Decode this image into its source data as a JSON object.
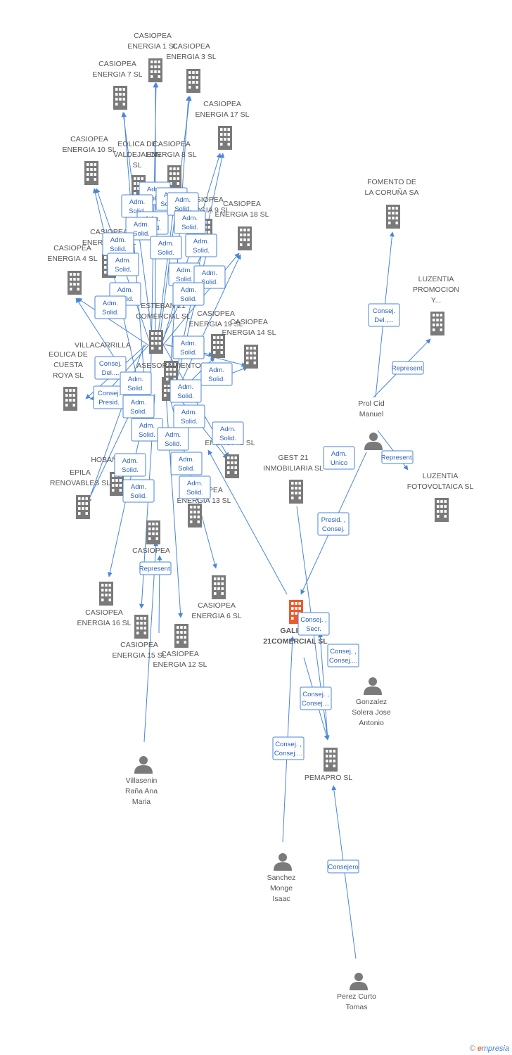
{
  "colors": {
    "edge": "#4a86d8",
    "node": "#7a7a7a",
    "focus": "#f0592b",
    "label": "#555555"
  },
  "nodes": [
    {
      "id": "c1",
      "type": "company",
      "label": [
        "CASIOPEA",
        "ENERGIA 1 SL"
      ]
    },
    {
      "id": "c3",
      "type": "company",
      "label": [
        "CASIOPEA",
        "ENERGIA 3 SL"
      ]
    },
    {
      "id": "c7",
      "type": "company",
      "label": [
        "CASIOPEA",
        "ENERGIA 7 SL"
      ]
    },
    {
      "id": "c17",
      "type": "company",
      "label": [
        "CASIOPEA",
        "ENERGIA 17 SL"
      ]
    },
    {
      "id": "c10",
      "type": "company",
      "label": [
        "CASIOPEA",
        "ENERGIA 10 SL"
      ]
    },
    {
      "id": "eolv",
      "type": "company",
      "label": [
        "EOLICA DE",
        "VALDEJALON",
        "SL"
      ]
    },
    {
      "id": "c8",
      "type": "company",
      "label": [
        "CASIOPEA",
        "ENERGIA 8 SL"
      ]
    },
    {
      "id": "c9",
      "type": "company",
      "label": [
        "CASIOPEA",
        "ENERGIA 9 SL"
      ]
    },
    {
      "id": "c18",
      "type": "company",
      "label": [
        "CASIOPEA",
        "ENERGIA 18 SL"
      ]
    },
    {
      "id": "c4",
      "type": "company",
      "label": [
        "CASIOPEA",
        "ENERGIA 4 SL"
      ]
    },
    {
      "id": "c19",
      "type": "company",
      "label": [
        "CASIOPEA",
        "ENERGIA 19 SL"
      ]
    },
    {
      "id": "c14",
      "type": "company",
      "label": [
        "CASIOPEA",
        "ENERGIA 14 SL"
      ]
    },
    {
      "id": "eolc",
      "type": "company",
      "label": [
        "EOLICA DE",
        "CUESTA",
        "ROYA  SL"
      ]
    },
    {
      "id": "villa",
      "type": "company",
      "label": [
        "VILLACARRILLA"
      ]
    },
    {
      "id": "epila",
      "type": "company",
      "label": [
        "EPILA",
        "RENOVABLES SL"
      ]
    },
    {
      "id": "c2",
      "type": "company",
      "label": [
        "ENERGIA 2 SL"
      ]
    },
    {
      "id": "c16",
      "type": "company",
      "label": [
        "CASIOPEA",
        "ENERGIA 16 SL"
      ]
    },
    {
      "id": "c15",
      "type": "company",
      "label": [
        "CASIOPEA",
        "ENERGIA 15 SL"
      ]
    },
    {
      "id": "c12",
      "type": "company",
      "label": [
        "CASIOPEA",
        "ENERGIA 12 SL"
      ]
    },
    {
      "id": "c6",
      "type": "company",
      "label": [
        "CASIOPEA",
        "ENERGIA 6 SL"
      ]
    },
    {
      "id": "c5",
      "type": "company",
      "label": [
        "CASIOPEA"
      ]
    },
    {
      "id": "fom",
      "type": "company",
      "label": [
        "FOMENTO DE",
        "LA CORUÑA SA"
      ]
    },
    {
      "id": "lprom",
      "type": "company",
      "label": [
        "LUZENTIA",
        "PROMOCION",
        "Y..."
      ]
    },
    {
      "id": "lfoto",
      "type": "company",
      "label": [
        "LUZENTIA",
        "FOTOVOLTAICA SL"
      ]
    },
    {
      "id": "gest",
      "type": "company",
      "label": [
        "GEST 21",
        "INMOBILIARIA SL"
      ]
    },
    {
      "id": "gal",
      "type": "focus",
      "label": [
        "GALICIA",
        "21COMERCIAL SL"
      ]
    },
    {
      "id": "pem",
      "type": "company",
      "label": [
        "PEMAPRO SL"
      ]
    },
    {
      "id": "prol",
      "type": "person",
      "label": [
        "Prol Cid",
        "Manuel"
      ]
    },
    {
      "id": "gonz",
      "type": "person",
      "label": [
        "Gonzalez",
        "Solera Jose",
        "Antonio"
      ]
    },
    {
      "id": "vill",
      "type": "person",
      "label": [
        "Villasenin",
        "Raña Ana",
        "Maria"
      ]
    },
    {
      "id": "sanc",
      "type": "person",
      "label": [
        "Sanchez",
        "Monge",
        "Isaac"
      ]
    },
    {
      "id": "pere",
      "type": "person",
      "label": [
        "Perez Curto",
        "Tomas"
      ]
    },
    {
      "id": "hub1",
      "type": "company",
      "label": [
        "CASIOPEA",
        "ENERGIA 11 SL"
      ]
    },
    {
      "id": "hub2",
      "type": "company",
      "label": [
        "ASESORAMIENTO"
      ]
    },
    {
      "id": "hub3",
      "type": "company",
      "label": [
        "HOBAÑ"
      ]
    },
    {
      "id": "hub4",
      "type": "company",
      "label": [
        "CASIOPEA",
        "ENERGIA 13 SL"
      ]
    },
    {
      "id": "hub5",
      "type": "company",
      "label": [
        "ESTEBAN 21",
        "COMERCIAL SL"
      ]
    }
  ],
  "edge_labels": [
    [
      "Adm.",
      "Solid."
    ],
    [
      "Adm.",
      "Solid,..."
    ],
    [
      "Adm.",
      "Solid."
    ],
    [
      "Adm.",
      "Solid."
    ],
    [
      "Adm.",
      "Solid."
    ],
    [
      "Adm.",
      "Solid."
    ],
    [
      "Adm.",
      "Solid."
    ],
    [
      "Adm.",
      "Solid."
    ],
    [
      "Adm.",
      "Solid."
    ],
    [
      "Adm.",
      "Solid."
    ],
    [
      "Adm.",
      "Solid."
    ],
    [
      "Adm.",
      "Solid."
    ],
    [
      "Adm.",
      "Solid."
    ],
    [
      "Adm.",
      "Solid."
    ],
    [
      "Adm.",
      "Solid."
    ],
    [
      "Adm.",
      "Solid."
    ],
    [
      "Consej.",
      "Del...."
    ],
    [
      "Consej.",
      "Presid."
    ],
    [
      "Adm.",
      "Solid."
    ],
    [
      "Adm.",
      "Solid."
    ],
    [
      "Adm.",
      "Solid."
    ],
    [
      "Adm.",
      "Solid."
    ],
    [
      "Adm.",
      "Solid."
    ],
    [
      "Adm.",
      "Solid."
    ],
    [
      "Adm.",
      "Solid."
    ],
    [
      "Adm.",
      "Solid."
    ],
    [
      "Adm.",
      "Solid."
    ],
    [
      "Adm.",
      "Solid."
    ],
    [
      "Adm.",
      "Solid."
    ],
    [
      "Adm.",
      "Solid."
    ],
    [
      "Adm.",
      "Solid."
    ],
    [
      "Represent."
    ],
    [
      "Consej.",
      "Del.,..."
    ],
    [
      "Represent."
    ],
    [
      "Adm.",
      "Unico"
    ],
    [
      "Represent."
    ],
    [
      "Presid. ,",
      "Consej."
    ],
    [
      "Consej. ,",
      "Secr."
    ],
    [
      "Consej. ,",
      "Consej...."
    ],
    [
      "Consej. ,",
      "Consej...."
    ],
    [
      "Consej. ,",
      "Consej...."
    ],
    [
      "Consejero"
    ]
  ],
  "footer": {
    "copyright": "©",
    "brand_e": "e",
    "brand_rest": "mpresia"
  }
}
